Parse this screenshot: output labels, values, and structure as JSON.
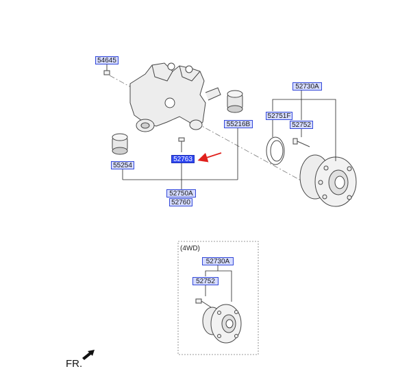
{
  "labels": {
    "p54645": "54645",
    "p52730A_top": "52730A",
    "p52751F": "52751F",
    "p52752_top": "52752",
    "p55216B": "55216B",
    "p55254": "55254",
    "p52763": "52763",
    "p52750A": "52750A",
    "p52760": "52760",
    "p52730A_4wd": "52730A",
    "p52752_4wd": "52752"
  },
  "variant_label": "(4WD)",
  "direction_label": "FR.",
  "colors": {
    "label_fill": "#d6dcff",
    "label_border": "#3247d8",
    "highlight_fill": "#2f47f0",
    "pointer_arrow": "#e0201c",
    "line": "#222222"
  }
}
